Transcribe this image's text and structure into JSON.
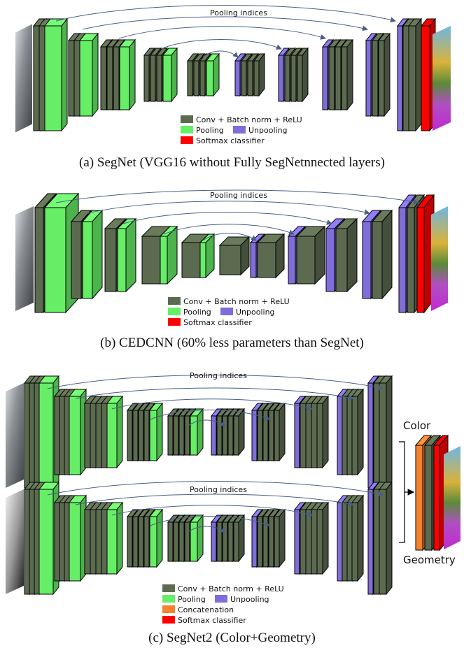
{
  "colors": {
    "conv": "#5c6b50",
    "pool": "#66ee66",
    "unpool": "#7f6ed9",
    "softmax": "#ff0000",
    "concat": "#f58231",
    "arrow": "#4a5f86"
  },
  "panels": [
    {
      "id": "a",
      "caption": "(a) SegNet (VGG16 without Fully SegNetnnected layers)",
      "pooling_label": "Pooling indices",
      "legend": [
        {
          "label": "Conv + Batch norm + ReLU",
          "color": "conv"
        },
        {
          "label": "Pooling",
          "color": "pool"
        },
        {
          "label": "Unpooling",
          "color": "unpool"
        },
        {
          "label": "Softmax classifier",
          "color": "softmax"
        }
      ]
    },
    {
      "id": "b",
      "caption": "(b) CEDCNN (60% less parameters than SegNet)",
      "pooling_label": "Pooling indices",
      "legend": [
        {
          "label": "Conv + Batch norm + ReLU",
          "color": "conv"
        },
        {
          "label": "Pooling",
          "color": "pool"
        },
        {
          "label": "Unpooling",
          "color": "unpool"
        },
        {
          "label": "Softmax classifier",
          "color": "softmax"
        }
      ]
    },
    {
      "id": "c",
      "caption": "(c) SegNet2 (Color+Geometry)",
      "pooling_label_top": "Pooling indices",
      "pooling_label_bottom": "Pooling indices",
      "label_color": "Color",
      "label_geometry": "Geometry",
      "legend": [
        {
          "label": "Conv + Batch norm + ReLU",
          "color": "conv"
        },
        {
          "label": "Pooling",
          "color": "pool"
        },
        {
          "label": "Unpooling",
          "color": "unpool"
        },
        {
          "label": "Concatenation",
          "color": "concat"
        },
        {
          "label": "Softmax classifier",
          "color": "softmax"
        }
      ]
    }
  ]
}
